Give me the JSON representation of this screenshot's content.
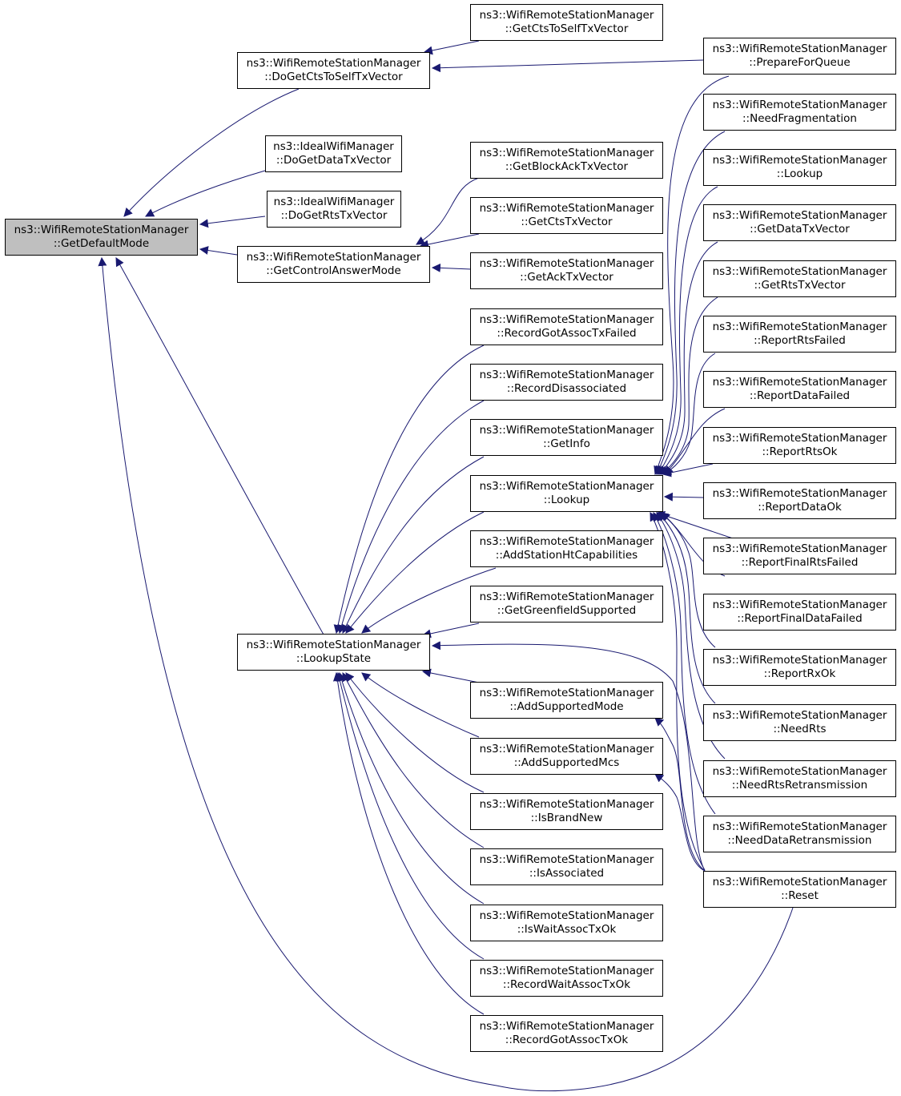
{
  "colors": {
    "edge": "#191970",
    "root_fill": "#bfbfbf",
    "node_fill": "#ffffff",
    "border": "#000000"
  },
  "nodes": {
    "root": {
      "line1": "ns3::WifiRemoteStationManager",
      "line2": "::GetDefaultMode"
    },
    "dgcts": {
      "line1": "ns3::WifiRemoteStationManager",
      "line2": "::DoGetCtsToSelfTxVector"
    },
    "idgdt": {
      "line1": "ns3::IdealWifiManager",
      "line2": "::DoGetDataTxVector"
    },
    "idgrts": {
      "line1": "ns3::IdealWifiManager",
      "line2": "::DoGetRtsTxVector"
    },
    "gcam": {
      "line1": "ns3::WifiRemoteStationManager",
      "line2": "::GetControlAnswerMode"
    },
    "lks": {
      "line1": "ns3::WifiRemoteStationManager",
      "line2": "::LookupState"
    },
    "gctss": {
      "line1": "ns3::WifiRemoteStationManager",
      "line2": "::GetCtsToSelfTxVector"
    },
    "gback": {
      "line1": "ns3::WifiRemoteStationManager",
      "line2": "::GetBlockAckTxVector"
    },
    "gcts": {
      "line1": "ns3::WifiRemoteStationManager",
      "line2": "::GetCtsTxVector"
    },
    "gack": {
      "line1": "ns3::WifiRemoteStationManager",
      "line2": "::GetAckTxVector"
    },
    "rgatf": {
      "line1": "ns3::WifiRemoteStationManager",
      "line2": "::RecordGotAssocTxFailed"
    },
    "rdis": {
      "line1": "ns3::WifiRemoteStationManager",
      "line2": "::RecordDisassociated"
    },
    "ginfo": {
      "line1": "ns3::WifiRemoteStationManager",
      "line2": "::GetInfo"
    },
    "lk": {
      "line1": "ns3::WifiRemoteStationManager",
      "line2": "::Lookup"
    },
    "asht": {
      "line1": "ns3::WifiRemoteStationManager",
      "line2": "::AddStationHtCapabilities"
    },
    "ggf": {
      "line1": "ns3::WifiRemoteStationManager",
      "line2": "::GetGreenfieldSupported"
    },
    "asm": {
      "line1": "ns3::WifiRemoteStationManager",
      "line2": "::AddSupportedMode"
    },
    "asmcs": {
      "line1": "ns3::WifiRemoteStationManager",
      "line2": "::AddSupportedMcs"
    },
    "ibn": {
      "line1": "ns3::WifiRemoteStationManager",
      "line2": "::IsBrandNew"
    },
    "iass": {
      "line1": "ns3::WifiRemoteStationManager",
      "line2": "::IsAssociated"
    },
    "iwat": {
      "line1": "ns3::WifiRemoteStationManager",
      "line2": "::IsWaitAssocTxOk"
    },
    "rwat": {
      "line1": "ns3::WifiRemoteStationManager",
      "line2": "::RecordWaitAssocTxOk"
    },
    "rgat": {
      "line1": "ns3::WifiRemoteStationManager",
      "line2": "::RecordGotAssocTxOk"
    },
    "pfq": {
      "line1": "ns3::WifiRemoteStationManager",
      "line2": "::PrepareForQueue"
    },
    "nfrag": {
      "line1": "ns3::WifiRemoteStationManager",
      "line2": "::NeedFragmentation"
    },
    "lk2": {
      "line1": "ns3::WifiRemoteStationManager",
      "line2": "::Lookup"
    },
    "gdtx": {
      "line1": "ns3::WifiRemoteStationManager",
      "line2": "::GetDataTxVector"
    },
    "grtx": {
      "line1": "ns3::WifiRemoteStationManager",
      "line2": "::GetRtsTxVector"
    },
    "rrf": {
      "line1": "ns3::WifiRemoteStationManager",
      "line2": "::ReportRtsFailed"
    },
    "rdf": {
      "line1": "ns3::WifiRemoteStationManager",
      "line2": "::ReportDataFailed"
    },
    "rro": {
      "line1": "ns3::WifiRemoteStationManager",
      "line2": "::ReportRtsOk"
    },
    "rdo": {
      "line1": "ns3::WifiRemoteStationManager",
      "line2": "::ReportDataOk"
    },
    "rfrf": {
      "line1": "ns3::WifiRemoteStationManager",
      "line2": "::ReportFinalRtsFailed"
    },
    "rfdf": {
      "line1": "ns3::WifiRemoteStationManager",
      "line2": "::ReportFinalDataFailed"
    },
    "rrx": {
      "line1": "ns3::WifiRemoteStationManager",
      "line2": "::ReportRxOk"
    },
    "nrts": {
      "line1": "ns3::WifiRemoteStationManager",
      "line2": "::NeedRts"
    },
    "nrr": {
      "line1": "ns3::WifiRemoteStationManager",
      "line2": "::NeedRtsRetransmission"
    },
    "ndr": {
      "line1": "ns3::WifiRemoteStationManager",
      "line2": "::NeedDataRetransmission"
    },
    "rst": {
      "line1": "ns3::WifiRemoteStationManager",
      "line2": "::Reset"
    }
  }
}
